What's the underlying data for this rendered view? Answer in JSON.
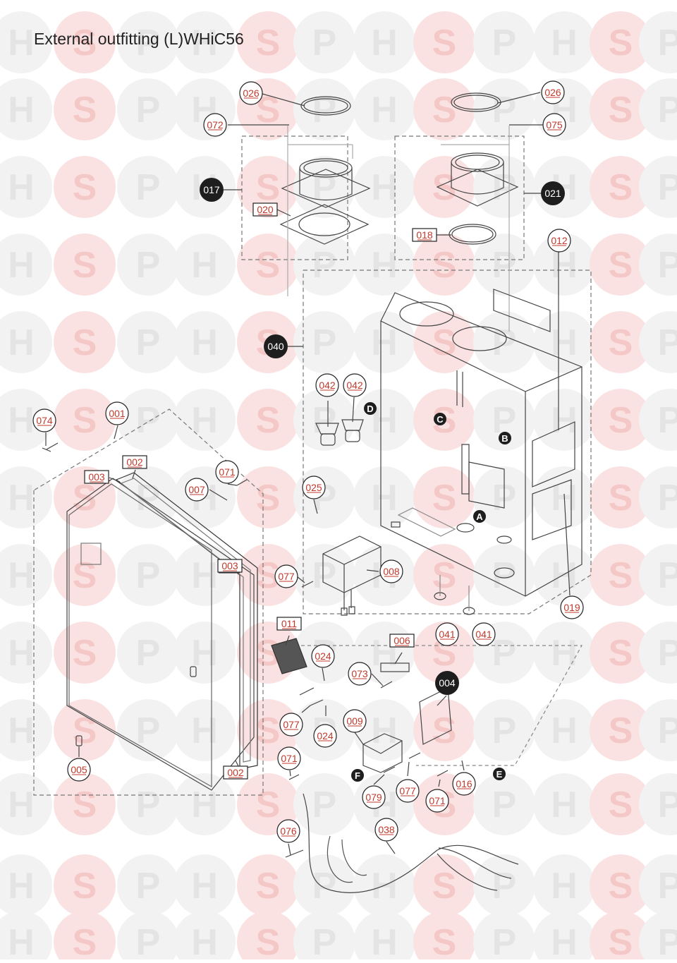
{
  "title": "External outfitting (L)WHiC56",
  "watermark": {
    "letters": [
      "H",
      "S",
      "P"
    ],
    "colors": {
      "circle": "#f2f2f2",
      "letter": "#e4e4e4",
      "accent_circle": "#fbe2e2",
      "accent_letter": "#f5c8c8"
    }
  },
  "colors": {
    "callout_red": "#c0392b",
    "line": "#444444",
    "dashed": "#777777",
    "dark_badge": "#1e1e1e"
  },
  "parts": [
    {
      "id": "p026a",
      "label": "026",
      "shape": "circle"
    },
    {
      "id": "p026b",
      "label": "026",
      "shape": "circle"
    },
    {
      "id": "p072",
      "label": "072",
      "shape": "circle"
    },
    {
      "id": "p075",
      "label": "075",
      "shape": "circle"
    },
    {
      "id": "p017",
      "label": "017",
      "shape": "dark"
    },
    {
      "id": "p021",
      "label": "021",
      "shape": "dark"
    },
    {
      "id": "p020",
      "label": "020",
      "shape": "rect"
    },
    {
      "id": "p018",
      "label": "018",
      "shape": "rect"
    },
    {
      "id": "p012",
      "label": "012",
      "shape": "circle"
    },
    {
      "id": "p040",
      "label": "040",
      "shape": "dark"
    },
    {
      "id": "p042a",
      "label": "042",
      "shape": "circle"
    },
    {
      "id": "p042b",
      "label": "042",
      "shape": "circle"
    },
    {
      "id": "p074",
      "label": "074",
      "shape": "circle"
    },
    {
      "id": "p001",
      "label": "001",
      "shape": "circle"
    },
    {
      "id": "p002a",
      "label": "002",
      "shape": "rect"
    },
    {
      "id": "p003a",
      "label": "003",
      "shape": "rect"
    },
    {
      "id": "p071a",
      "label": "071",
      "shape": "circle"
    },
    {
      "id": "p007",
      "label": "007",
      "shape": "circle"
    },
    {
      "id": "p025",
      "label": "025",
      "shape": "circle"
    },
    {
      "id": "p003b",
      "label": "003",
      "shape": "rect"
    },
    {
      "id": "p077a",
      "label": "077",
      "shape": "circle"
    },
    {
      "id": "p008",
      "label": "008",
      "shape": "circle"
    },
    {
      "id": "p019",
      "label": "019",
      "shape": "circle"
    },
    {
      "id": "p041a",
      "label": "041",
      "shape": "circle"
    },
    {
      "id": "p041b",
      "label": "041",
      "shape": "circle"
    },
    {
      "id": "p011",
      "label": "011",
      "shape": "rect"
    },
    {
      "id": "p006",
      "label": "006",
      "shape": "rect"
    },
    {
      "id": "p024a",
      "label": "024",
      "shape": "circle"
    },
    {
      "id": "p073",
      "label": "073",
      "shape": "circle"
    },
    {
      "id": "p004",
      "label": "004",
      "shape": "dark"
    },
    {
      "id": "p077b",
      "label": "077",
      "shape": "circle"
    },
    {
      "id": "p024b",
      "label": "024",
      "shape": "circle"
    },
    {
      "id": "p009",
      "label": "009",
      "shape": "circle"
    },
    {
      "id": "p005",
      "label": "005",
      "shape": "circle"
    },
    {
      "id": "p002b",
      "label": "002",
      "shape": "rect"
    },
    {
      "id": "p071b",
      "label": "071",
      "shape": "circle"
    },
    {
      "id": "p079",
      "label": "079",
      "shape": "circle"
    },
    {
      "id": "p077c",
      "label": "077",
      "shape": "circle"
    },
    {
      "id": "p071c",
      "label": "071",
      "shape": "circle"
    },
    {
      "id": "p016",
      "label": "016",
      "shape": "circle"
    },
    {
      "id": "p076",
      "label": "076",
      "shape": "circle"
    },
    {
      "id": "p038",
      "label": "038",
      "shape": "circle"
    }
  ],
  "refs": [
    {
      "id": "rA",
      "label": "A"
    },
    {
      "id": "rB",
      "label": "B"
    },
    {
      "id": "rC",
      "label": "C"
    },
    {
      "id": "rD",
      "label": "D"
    },
    {
      "id": "rE",
      "label": "E"
    },
    {
      "id": "rF",
      "label": "F"
    }
  ]
}
